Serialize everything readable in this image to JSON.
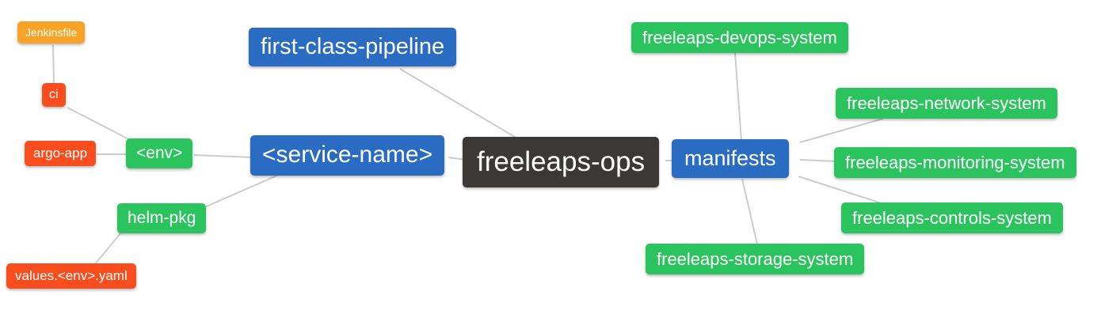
{
  "diagram": {
    "type": "mindmap",
    "background": "#ffffff",
    "root": {
      "label": "freeleaps-ops"
    },
    "nodes": {
      "first_class_pipeline": {
        "label": "first-class-pipeline"
      },
      "service_name": {
        "label": "<service-name>"
      },
      "manifests": {
        "label": "manifests"
      },
      "env": {
        "label": "<env>"
      },
      "helm_pkg": {
        "label": "helm-pkg"
      },
      "ci": {
        "label": "ci"
      },
      "argo_app": {
        "label": "argo-app"
      },
      "jenkinsfile": {
        "label": "Jenkinsfile"
      },
      "values_env_yaml": {
        "label": "values.<env>.yaml"
      },
      "devops_system": {
        "label": "freeleaps-devops-system"
      },
      "network_system": {
        "label": "freeleaps-network-system"
      },
      "monitoring_system": {
        "label": "freeleaps-monitoring-system"
      },
      "controls_system": {
        "label": "freeleaps-controls-system"
      },
      "storage_system": {
        "label": "freeleaps-storage-system"
      }
    },
    "edges": [
      {
        "from": "Jenkinsfile",
        "to": "ci"
      },
      {
        "from": "ci",
        "to": "<env>"
      },
      {
        "from": "argo-app",
        "to": "<env>"
      },
      {
        "from": "<env>",
        "to": "<service-name>"
      },
      {
        "from": "helm-pkg",
        "to": "<service-name>"
      },
      {
        "from": "values.<env>.yaml",
        "to": "helm-pkg"
      },
      {
        "from": "first-class-pipeline",
        "to": "freeleaps-ops"
      },
      {
        "from": "<service-name>",
        "to": "freeleaps-ops"
      },
      {
        "from": "freeleaps-ops",
        "to": "manifests"
      },
      {
        "from": "manifests",
        "to": "freeleaps-devops-system"
      },
      {
        "from": "manifests",
        "to": "freeleaps-network-system"
      },
      {
        "from": "manifests",
        "to": "freeleaps-monitoring-system"
      },
      {
        "from": "manifests",
        "to": "freeleaps-controls-system"
      },
      {
        "from": "manifests",
        "to": "freeleaps-storage-system"
      }
    ],
    "colors": {
      "root_node": "#3b3838",
      "branch_node": "#2a6cc1",
      "system_node": "#2bc35d",
      "artifact_node": "#f94d1e",
      "file_node": "#f8a326",
      "connector": "#cccccc",
      "node_text": "#ffffff",
      "background": "#ffffff"
    }
  }
}
